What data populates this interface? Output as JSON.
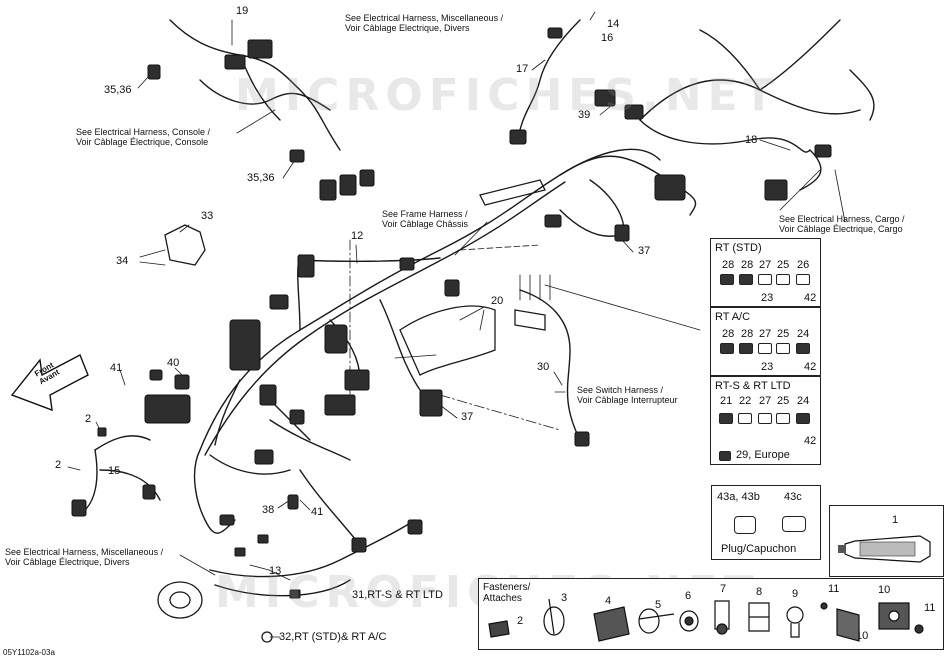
{
  "watermark": "MICROFICHES.NET",
  "corner_code": "05Y1102a-03a",
  "callouts": {
    "c19": "19",
    "c14": "14",
    "c16": "16",
    "c17": "17",
    "c3536a": "35,36",
    "c3536b": "35,36",
    "c39": "39",
    "c18": "18",
    "c33": "33",
    "c34": "34",
    "c12": "12",
    "c37a": "37",
    "c37b": "37",
    "c20": "20",
    "c30": "30",
    "c41a": "41",
    "c40": "40",
    "c2a": "2",
    "c2b": "2",
    "c15": "15",
    "c38": "38",
    "c41b": "41",
    "c13": "13"
  },
  "notes": {
    "misc_top": [
      "See Electrical Harness, Miscellaneous /",
      "Voir Câblage Electrique, Divers"
    ],
    "console": [
      "See Electrical Harness, Console /",
      "Voir Câblage Électrique, Console"
    ],
    "frame": [
      "See Frame Harness /",
      "Voir Câblage Châssis"
    ],
    "cargo": [
      "See Electrical Harness, Cargo /",
      "Voir Câblage Électrique, Cargo"
    ],
    "switch": [
      "See Switch Harness /",
      "Voir Câblage Interrupteur"
    ],
    "misc_bottom": [
      "See Electrical Harness, Miscellaneous /",
      "Voir Câblage Électrique, Divers"
    ]
  },
  "front_arrow": [
    "Front",
    "Avant"
  ],
  "bottom_callouts": {
    "rts": "31,RT-S & RT LTD",
    "rtstd": "32,RT (STD)& RT A/C"
  },
  "panels": {
    "rt_std": {
      "title": "RT (STD)",
      "nums": [
        "28",
        "28",
        "27",
        "25",
        "26"
      ],
      "extra": [
        "23",
        "42"
      ]
    },
    "rt_ac": {
      "title": "RT A/C",
      "nums": [
        "28",
        "28",
        "27",
        "25",
        "24"
      ],
      "extra": [
        "23",
        "42"
      ]
    },
    "rts": {
      "title": "RT-S & RT LTD",
      "nums": [
        "21",
        "22",
        "27",
        "25",
        "24"
      ],
      "extra": [
        "42",
        "29, Europe"
      ]
    }
  },
  "plug": {
    "labels": [
      "43a, 43b",
      "43c"
    ],
    "caption": "Plug/Capuchon"
  },
  "tube": {
    "label": "1"
  },
  "fasteners": {
    "title": [
      "Fasteners/",
      "Attaches"
    ],
    "items": [
      "2",
      "3",
      "4",
      "5",
      "6",
      "7",
      "8",
      "9",
      "11",
      "10",
      "10",
      "11"
    ]
  },
  "colors": {
    "line": "#1a1a1a",
    "part": "#333333",
    "watermark": "#9a9a9a"
  }
}
